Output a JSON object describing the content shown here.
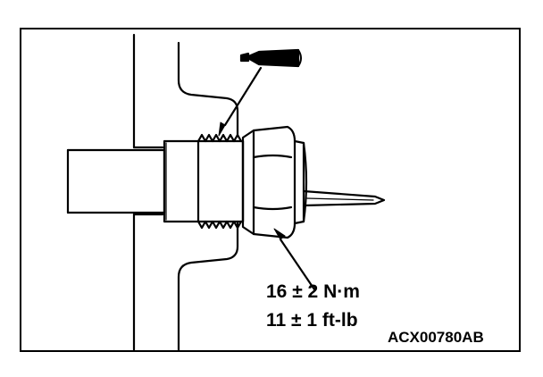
{
  "annotations": {
    "torque_nm": "16 ± 2 N·m",
    "torque_ftlb": "11 ± 1 ft-lb"
  },
  "figure_code": "ACX00780AB",
  "icons": {
    "sealant": "sealant-tube-icon",
    "sensor": "threaded-sensor-illustration"
  },
  "colors": {
    "ink": "#000000",
    "paper": "#ffffff"
  }
}
